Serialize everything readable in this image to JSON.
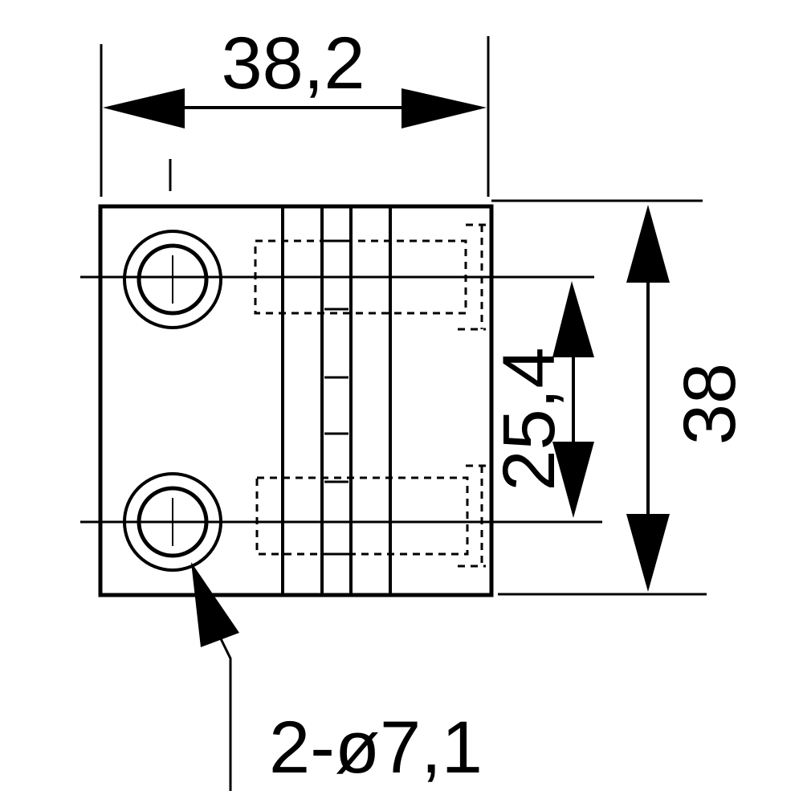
{
  "drawing": {
    "dimensions": {
      "width": "38,2",
      "height": "38",
      "hole_spacing": "25,4",
      "hole_callout": "2-ø7,1"
    },
    "colors": {
      "line": "#000000",
      "background": "#ffffff"
    }
  }
}
